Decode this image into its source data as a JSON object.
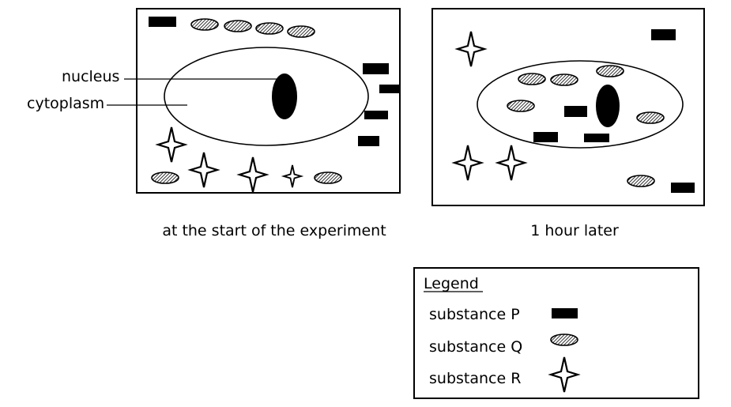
{
  "labels": {
    "nucleus": "nucleus",
    "cytoplasm": "cytoplasm"
  },
  "captions": {
    "start": "at the start of the experiment",
    "later": "1 hour later"
  },
  "legend": {
    "title": "Legend",
    "p": "substance P",
    "q": "substance Q",
    "r": "substance R"
  }
}
